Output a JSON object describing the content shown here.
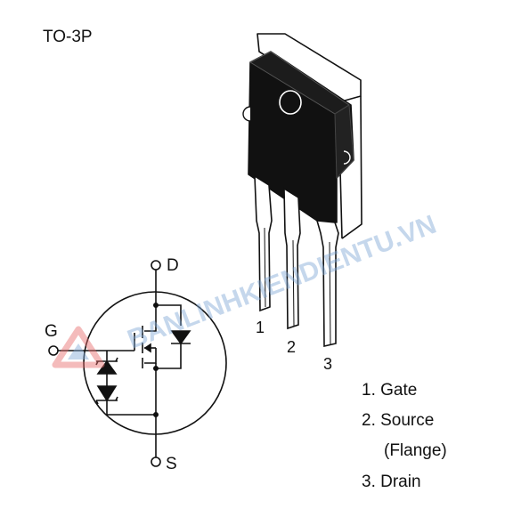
{
  "package": {
    "name": "TO-3P",
    "pins": [
      "1",
      "2",
      "3"
    ]
  },
  "schematic": {
    "drain_label": "D",
    "gate_label": "G",
    "source_label": "S"
  },
  "pin_legend": {
    "line1": "1. Gate",
    "line2": "2. Source",
    "line3": "(Flange)",
    "line4": "3. Drain"
  },
  "watermark": {
    "text": "BANLINHKIENDIENTU.VN"
  },
  "colors": {
    "body": "#111111",
    "tab": "#ffffff",
    "watermark": "#7fa8d6",
    "logo": "#e86a6a"
  }
}
